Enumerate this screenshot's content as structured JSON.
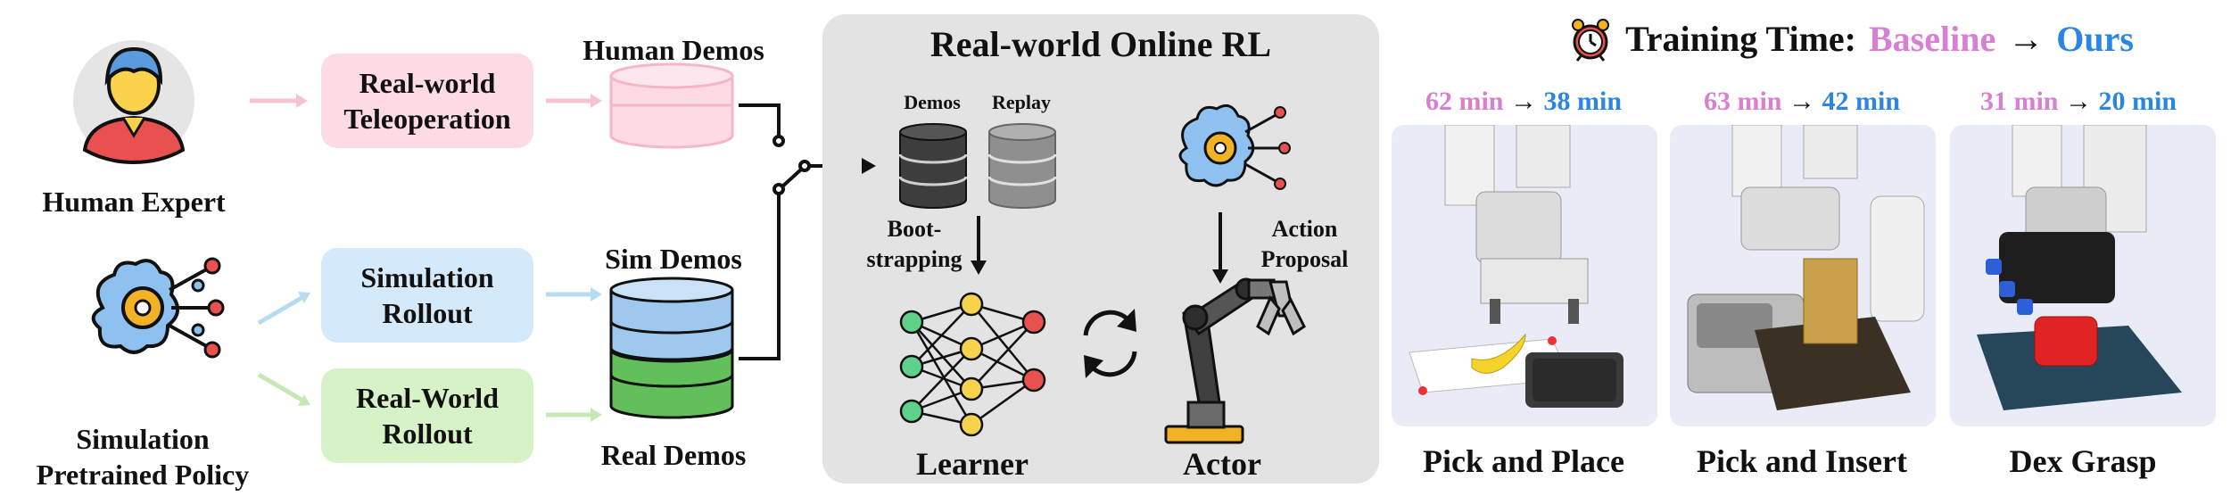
{
  "left": {
    "human_expert_label": "Human Expert",
    "sim_policy_label": "Simulation\nPretrained Policy",
    "teleop_box": "Real-world\nTeleoperation",
    "sim_rollout_box": "Simulation\nRollout",
    "real_rollout_box": "Real-World\nRollout",
    "human_demos_label": "Human Demos",
    "sim_demos_label": "Sim Demos",
    "real_demos_label": "Real Demos"
  },
  "center": {
    "title": "Real-world Online RL",
    "demos_label": "Demos",
    "replay_label": "Replay",
    "bootstrapping_label": "Boot-\nstrapping",
    "action_proposal_label": "Action\nProposal",
    "learner_label": "Learner",
    "actor_label": "Actor"
  },
  "right": {
    "header_prefix": "Training Time:",
    "baseline_label": "Baseline",
    "arrow": "→",
    "ours_label": "Ours",
    "tasks": [
      {
        "baseline": "62 min",
        "ours": "38 min",
        "name": "Pick and Place"
      },
      {
        "baseline": "63 min",
        "ours": "42 min",
        "name": "Pick and Insert"
      },
      {
        "baseline": "31 min",
        "ours": "20 min",
        "name": "Dex Grasp"
      }
    ]
  },
  "colors": {
    "baseline": "#d97fd1",
    "ours": "#2a86e0",
    "teleop_fill": "#fcdbe5",
    "sim_fill": "#d4eafb",
    "real_fill": "#d8f2c8",
    "panel_fill": "#e3e3e3"
  }
}
